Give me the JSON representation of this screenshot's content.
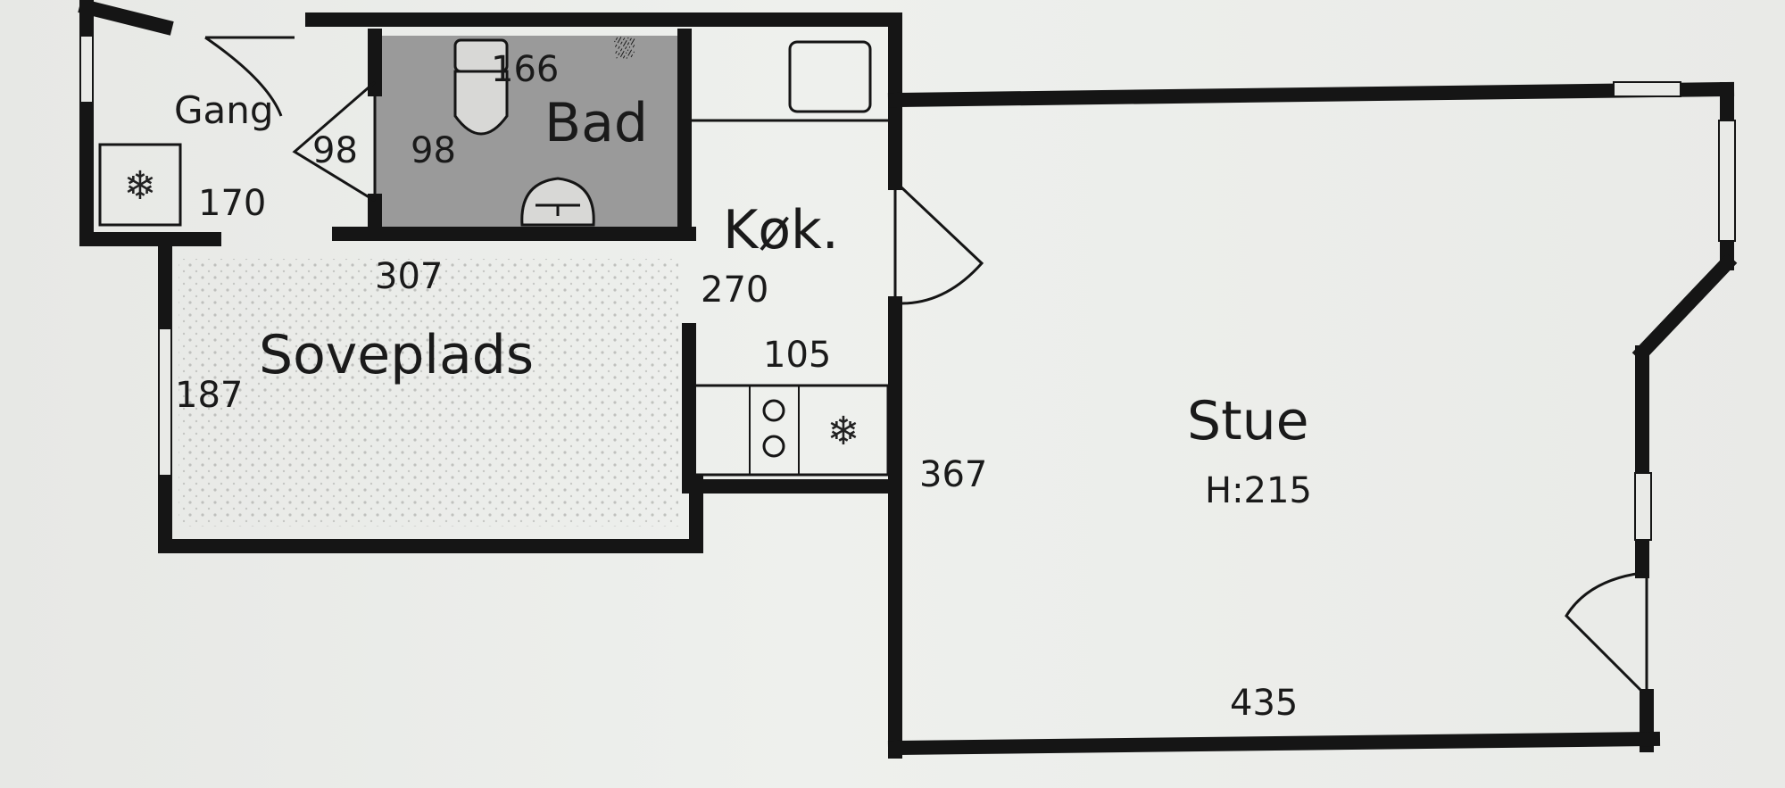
{
  "rooms": {
    "gang": "Gang",
    "bad": "Bad",
    "kokken": "Køk.",
    "soveplads": "Soveplads",
    "stue": "Stue",
    "stue_height": "H:215"
  },
  "dimensions": {
    "d166": "166",
    "d98_door": "98",
    "d98_bad": "98",
    "d170": "170",
    "d307": "307",
    "d270": "270",
    "d105": "105",
    "d187": "187",
    "d367": "367",
    "d435": "435"
  }
}
